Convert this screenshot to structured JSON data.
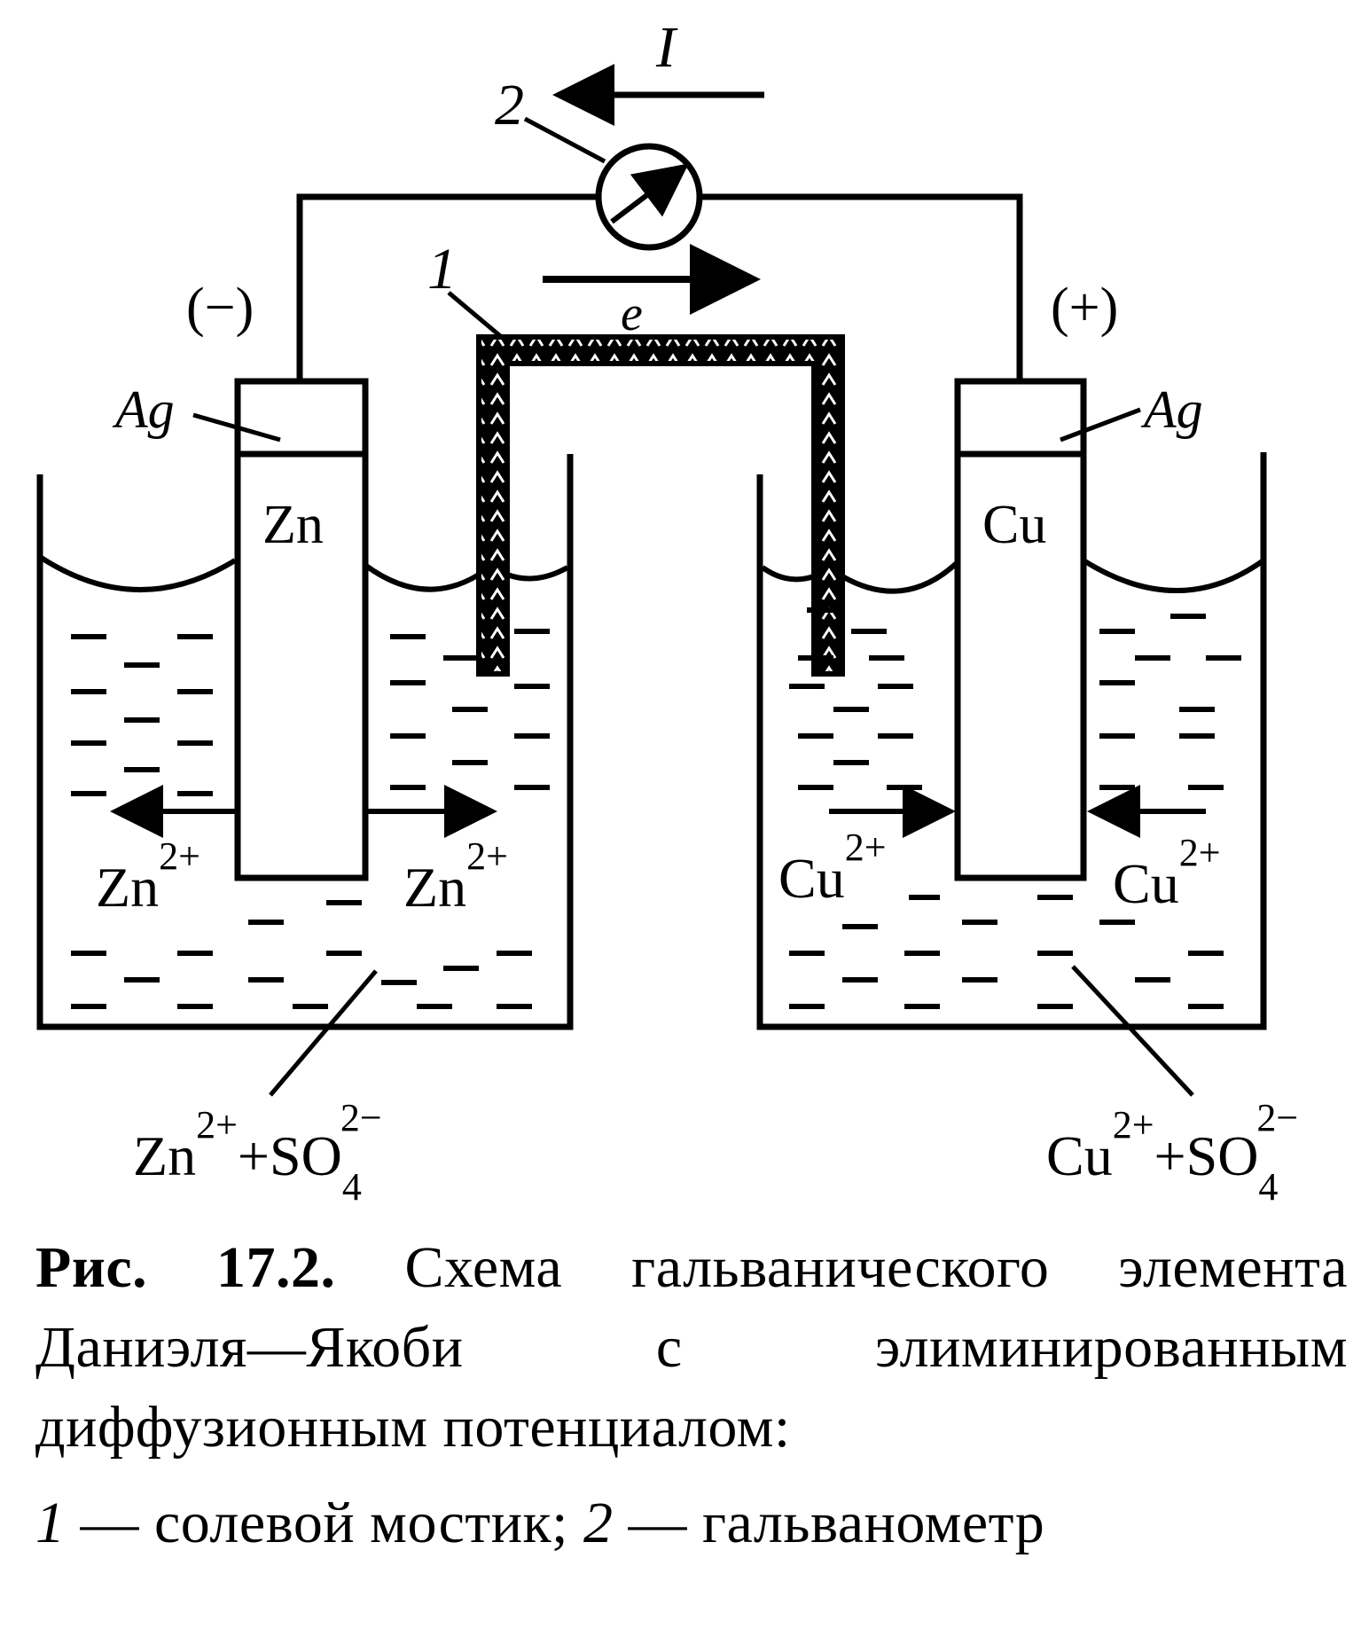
{
  "labels": {
    "current": "I",
    "galvanometer_num": "2",
    "bridge_num": "1",
    "electron": "e",
    "minus_terminal": "(−)",
    "plus_terminal": "(+)",
    "ag_left": "Ag",
    "ag_right": "Ag",
    "zn_electrode": "Zn",
    "cu_electrode": "Cu",
    "zn_ion_left_base": "Zn",
    "zn_ion_left_sup": "2+",
    "zn_ion_right_base": "Zn",
    "zn_ion_right_sup": "2+",
    "cu_ion_left_base": "Cu",
    "cu_ion_left_sup": "2+",
    "cu_ion_right_base": "Cu",
    "cu_ion_right_sup": "2+",
    "zn_solution": {
      "a": "Zn",
      "a_sup": "2+",
      "plus": "+SO",
      "b_sub": "4",
      "b_sup": "2−"
    },
    "cu_solution": {
      "a": "Cu",
      "a_sup": "2+",
      "plus": "+SO",
      "b_sub": "4",
      "b_sup": "2−"
    }
  },
  "caption": {
    "fig_label": "Рис. 17.2.",
    "text": " Схема гальванического элемента Даниэля—Якоби с элиминированным диффузионным потенциалом:",
    "legend_1_num": "1",
    "legend_1_text": " — солевой мостик; ",
    "legend_2_num": "2",
    "legend_2_text": " — гальванометр"
  }
}
